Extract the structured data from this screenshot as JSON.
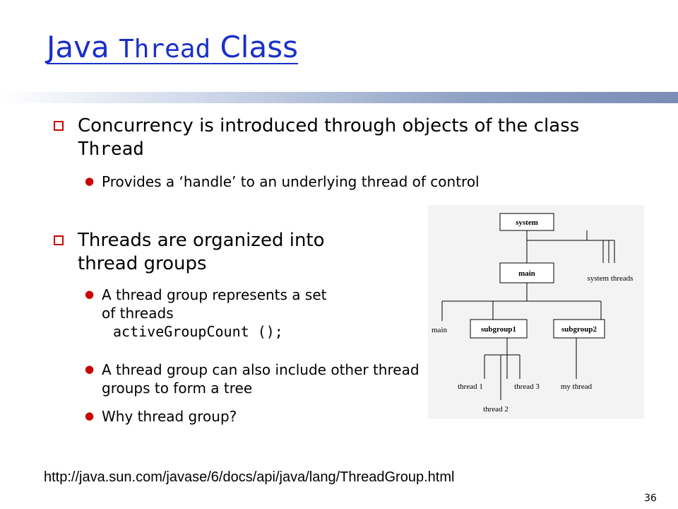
{
  "slide": {
    "title_part1": "Java ",
    "title_mono": "Thread",
    "title_part2": " Class",
    "bullets": [
      {
        "text_before": "Concurrency is introduced through objects of the class ",
        "text_mono": "Thread",
        "subs": [
          {
            "before": "Provides a ‘",
            "mid": "handle",
            "after": "’ to an underlying thread of control"
          }
        ]
      },
      {
        "text": "Threads are organized into thread groups",
        "subs": [
          {
            "text": "A thread group represents a set of threads",
            "code": "activeGroupCount ();"
          },
          {
            "text": "A thread group can also include other thread groups to form a tree"
          },
          {
            "text": "Why thread group?"
          }
        ]
      }
    ],
    "url": "http://java.sun.com/javase/6/docs/api/java/lang/ThreadGroup.html",
    "page_number": "36"
  },
  "diagram": {
    "nodes": {
      "system": "system",
      "main": "main",
      "subgroup1": "subgroup1",
      "subgroup2": "subgroup2"
    },
    "labels": {
      "system_threads": "system threads",
      "main_thread": "main",
      "thread1": "thread 1",
      "thread2": "thread 2",
      "thread3": "thread 3",
      "my_thread": "my thread"
    }
  },
  "colors": {
    "title": "#1a2fc8",
    "bullet": "#cc0000",
    "bar": "#7a8db6"
  }
}
